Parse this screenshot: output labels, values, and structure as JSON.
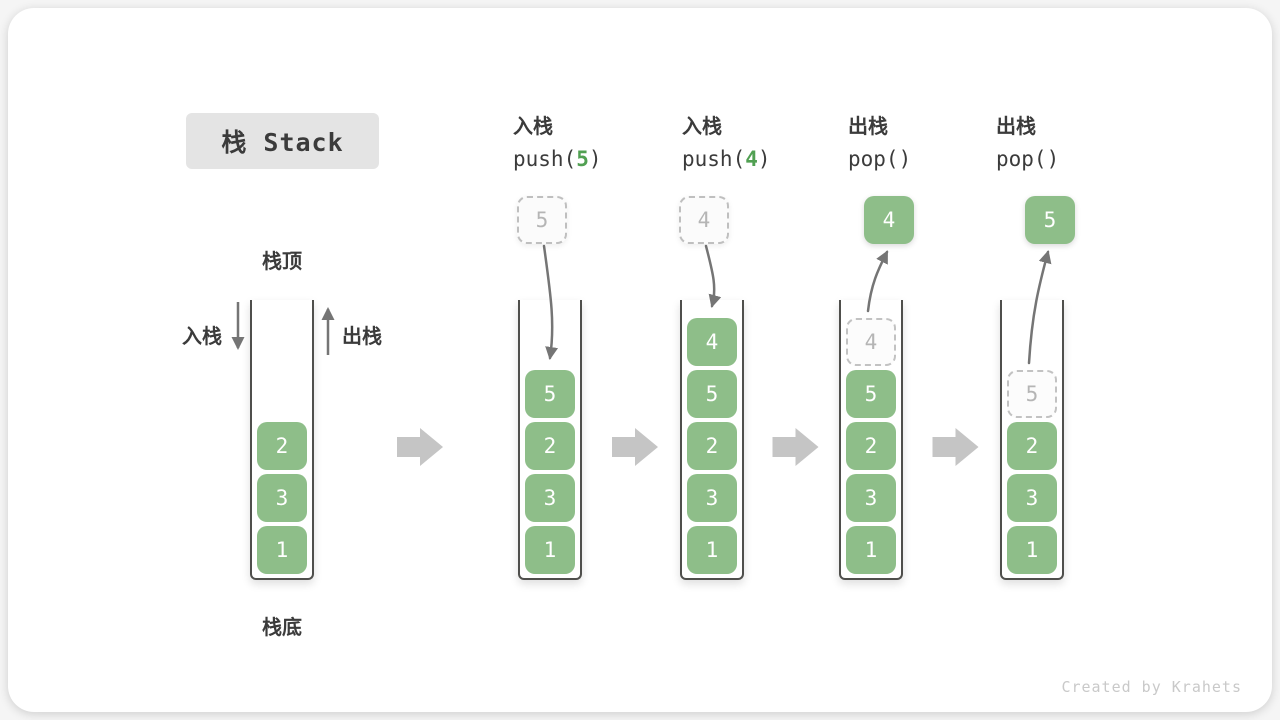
{
  "title": "栈 Stack",
  "watermark": "Created by Krahets",
  "stack_labels": {
    "top": "栈顶",
    "bottom": "栈底",
    "push_side": "入栈",
    "pop_side": "出栈"
  },
  "operations": [
    {
      "label": "入栈",
      "code_pre": "push(",
      "code_arg": "5",
      "code_post": ")"
    },
    {
      "label": "入栈",
      "code_pre": "push(",
      "code_arg": "4",
      "code_post": ")"
    },
    {
      "label": "出栈",
      "code_pre": "pop(",
      "code_arg": "",
      "code_post": ")"
    },
    {
      "label": "出栈",
      "code_pre": "pop(",
      "code_arg": "",
      "code_post": ")"
    }
  ],
  "stacks": [
    {
      "name": "initial-state",
      "operation": null,
      "floating": null,
      "cells": [
        {
          "label": "1"
        },
        {
          "label": "3"
        },
        {
          "label": "2"
        }
      ]
    },
    {
      "name": "after-push-5",
      "operation": "push",
      "floating": {
        "label": "5",
        "style": "dashed"
      },
      "cells": [
        {
          "label": "1"
        },
        {
          "label": "3"
        },
        {
          "label": "2"
        },
        {
          "label": "5"
        }
      ]
    },
    {
      "name": "after-push-4",
      "operation": "push",
      "floating": {
        "label": "4",
        "style": "dashed"
      },
      "cells": [
        {
          "label": "1"
        },
        {
          "label": "3"
        },
        {
          "label": "2"
        },
        {
          "label": "5"
        },
        {
          "label": "4"
        }
      ]
    },
    {
      "name": "after-pop-4",
      "operation": "pop",
      "floating": {
        "label": "4",
        "style": "solid"
      },
      "cells": [
        {
          "label": "1"
        },
        {
          "label": "3"
        },
        {
          "label": "2"
        },
        {
          "label": "5"
        },
        {
          "label": "4",
          "ghost": true
        }
      ]
    },
    {
      "name": "after-pop-5",
      "operation": "pop",
      "floating": {
        "label": "5",
        "style": "solid"
      },
      "cells": [
        {
          "label": "1"
        },
        {
          "label": "3"
        },
        {
          "label": "2"
        },
        {
          "label": "5",
          "ghost": true
        }
      ]
    }
  ],
  "colors": {
    "block_green": "#8ebe89",
    "code_green": "#51a052",
    "text_dark": "#3b3b3b",
    "arrow_gray": "#757575",
    "flow_arrow_gray": "#c5c5c5",
    "ghost_gray": "#b5b5b5",
    "title_bg": "#e4e4e4",
    "container_wall": "#4f4f4c",
    "watermark_gray": "#c9c9c9"
  }
}
